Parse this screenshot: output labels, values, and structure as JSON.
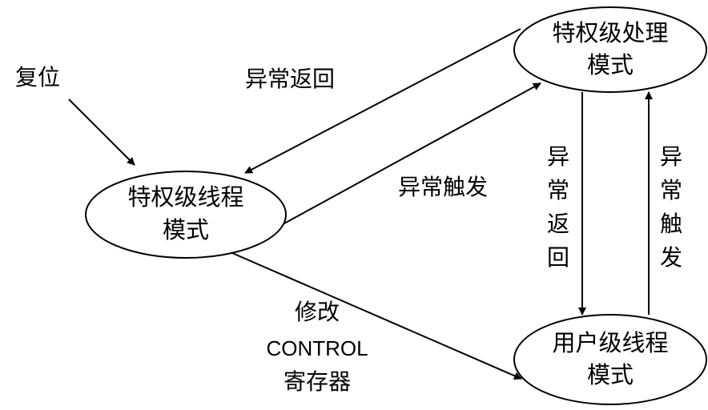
{
  "nodes": {
    "privileged_thread": {
      "line1": "特权级线程",
      "line2": "模式"
    },
    "privileged_handler": {
      "line1": "特权级处理",
      "line2": "模式"
    },
    "user_thread": {
      "line1": "用户级线程",
      "line2": "模式"
    }
  },
  "labels": {
    "reset": "复位",
    "exception_return_top": "异常返回",
    "exception_trigger_mid": "异常触发",
    "exception_return_vertical": [
      "异",
      "常",
      "返",
      "回"
    ],
    "exception_trigger_vertical": [
      "异",
      "常",
      "触",
      "发"
    ],
    "modify_control": [
      "修改",
      "CONTROL",
      "寄存器"
    ]
  },
  "colors": {
    "stroke": "#000000",
    "text": "#000000",
    "background": "#ffffff"
  }
}
